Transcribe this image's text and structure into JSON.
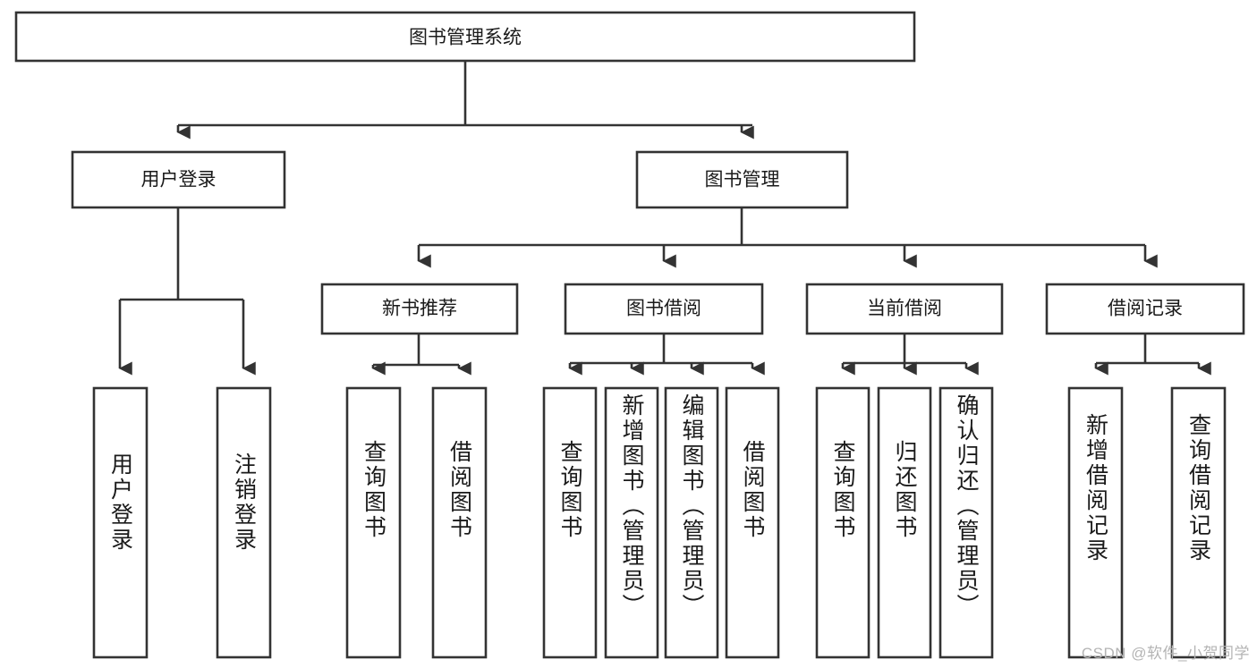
{
  "diagram": {
    "title": "图书管理系统",
    "type": "tree-hierarchy-diagram",
    "root": {
      "label": "图书管理系统"
    },
    "level2": [
      {
        "label": "用户登录"
      },
      {
        "label": "图书管理"
      }
    ],
    "level3": [
      {
        "label": "新书推荐"
      },
      {
        "label": "图书借阅"
      },
      {
        "label": "当前借阅"
      },
      {
        "label": "借阅记录"
      }
    ],
    "leaves": {
      "user_login": [
        {
          "label": "用户登录"
        },
        {
          "label": "注销登录"
        }
      ],
      "new_book_recommend": [
        {
          "label": "查询图书"
        },
        {
          "label": "借阅图书"
        }
      ],
      "book_borrow": [
        {
          "label": "查询图书"
        },
        {
          "label": "新增图书（管理员）"
        },
        {
          "label": "编辑图书（管理员）"
        },
        {
          "label": "借阅图书"
        }
      ],
      "current_borrow": [
        {
          "label": "查询图书"
        },
        {
          "label": "归还图书"
        },
        {
          "label": "确认归还（管理员）"
        }
      ],
      "borrow_record": [
        {
          "label": "新增借阅记录"
        },
        {
          "label": "查询借阅记录"
        }
      ]
    },
    "colors": {
      "stroke": "#333333",
      "fill": "#ffffff",
      "text": "#1a1a1a",
      "watermark": "#b4b4b4"
    }
  },
  "watermark": {
    "text": "CSDN @软件_小贺同学"
  }
}
